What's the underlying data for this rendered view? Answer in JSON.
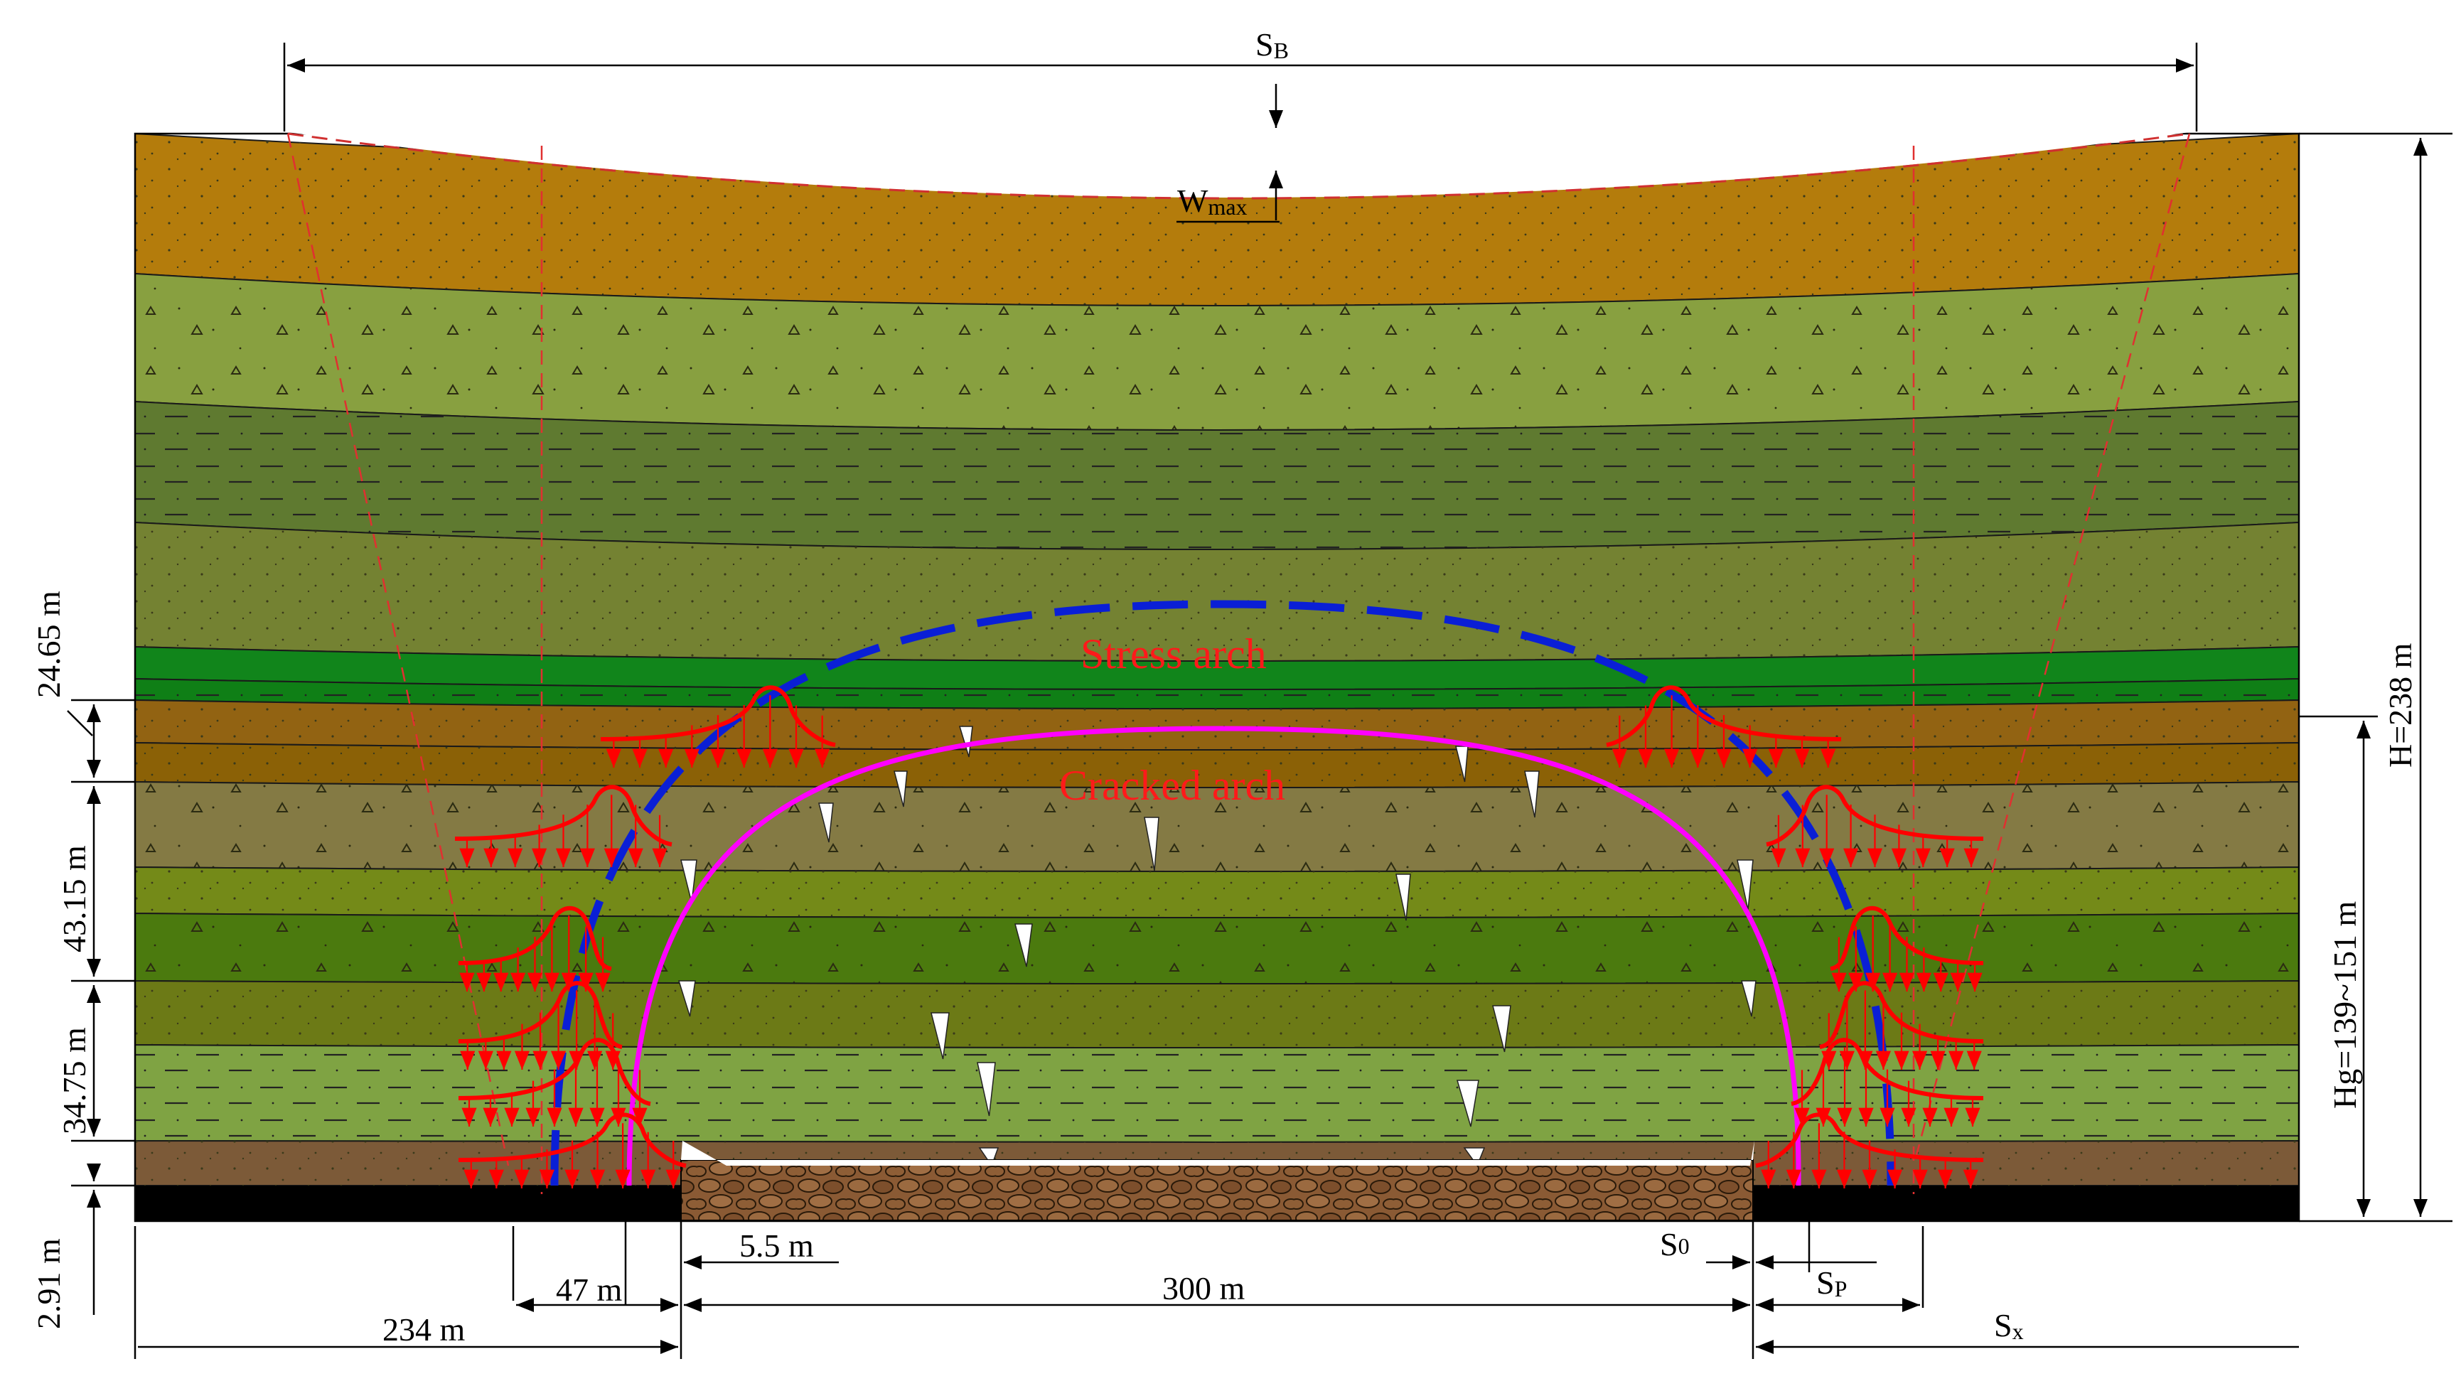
{
  "colors": {
    "stress_arch": "#0a1fd6",
    "cracked_arch": "#ff00ff",
    "support_lines": "#ff0000",
    "coal_seam": "#000000",
    "gob": "#8a5a34"
  },
  "labels": {
    "sb_main": "S",
    "sb_sub": "B",
    "wmax_main": "W",
    "wmax_sub": "max",
    "stress_arch": "Stress arch",
    "cracked_arch": "Cracked arch",
    "h_total": "H=238 m",
    "hg": "Hg=139~151 m",
    "d_24": "24.65 m",
    "d_43": "43.15 m",
    "d_34": "34.75 m",
    "d_291": "2.91 m",
    "w_47": "47 m",
    "w_55": "5.5 m",
    "w_300": "300 m",
    "w_234": "234 m",
    "s0_main": "S",
    "s0_sub": "0",
    "sp_main": "S",
    "sp_sub": "P",
    "sx_main": "S",
    "sx_sub": "x"
  }
}
